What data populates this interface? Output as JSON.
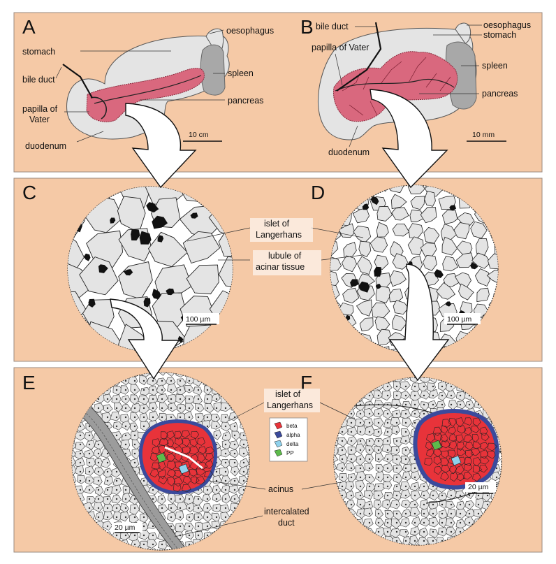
{
  "colors": {
    "panel_bg": "#f5c9a6",
    "panel_border": "#9a8a7f",
    "organ_gray": "#e4e4e4",
    "spleen_gray": "#a8a8a8",
    "pancreas": "#d9687e",
    "beta": "#e8333a",
    "alpha": "#3b4a9c",
    "delta": "#8fd1ec",
    "pp": "#5dbb4b"
  },
  "panel_a": {
    "letter": "A",
    "labels": {
      "oesophagus": "oesophagus",
      "stomach": "stomach",
      "bile_duct": "bile duct",
      "spleen": "spleen",
      "pancreas": "pancreas",
      "papilla_line1": "papilla of",
      "papilla_line2": "Vater",
      "duodenum": "duodenum"
    },
    "scale": "10 cm"
  },
  "panel_b": {
    "letter": "B",
    "labels": {
      "bile_duct": "bile duct",
      "oesophagus": "oesophagus",
      "stomach": "stomach",
      "papilla": "papilla of Vater",
      "spleen": "spleen",
      "pancreas": "pancreas",
      "duodenum": "duodenum"
    },
    "scale": "10 mm"
  },
  "panel_c": {
    "letter": "C",
    "scale": "100 µm"
  },
  "panel_d": {
    "letter": "D",
    "scale": "100 µm"
  },
  "middle_labels": {
    "islet_line1": "islet of",
    "islet_line2": "Langerhans",
    "lobule_line1": "lubule of",
    "lobule_line2": "acinar tissue"
  },
  "panel_e": {
    "letter": "E",
    "scale": "20 µm"
  },
  "panel_f": {
    "letter": "F",
    "scale": "20 µm"
  },
  "bottom_labels": {
    "islet_line1": "islet of",
    "islet_line2": "Langerhans",
    "acinus": "acinus",
    "duct_line1": "intercalated",
    "duct_line2": "duct"
  },
  "legend": [
    {
      "label": "beta",
      "color_key": "beta"
    },
    {
      "label": "alpha",
      "color_key": "alpha"
    },
    {
      "label": "delta",
      "color_key": "delta"
    },
    {
      "label": "PP",
      "color_key": "pp"
    }
  ]
}
